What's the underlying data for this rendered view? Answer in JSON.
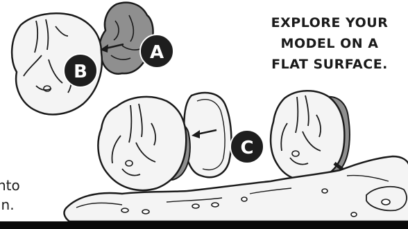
{
  "labels": {
    "a": "A",
    "b": "B",
    "c": "C"
  },
  "caption": {
    "line1": "EXPLORE YOUR",
    "line2": "MODEL ON A",
    "line3": "FLAT SURFACE."
  },
  "cropped_text": {
    "line1": "nto",
    "line2": "in."
  },
  "colors": {
    "ink": "#1a1a1a",
    "shell": "#f4f4f4",
    "shadow": "#bdbdbd",
    "insert_dark": "#8f8f8f",
    "badge": "#1e1e1e"
  }
}
